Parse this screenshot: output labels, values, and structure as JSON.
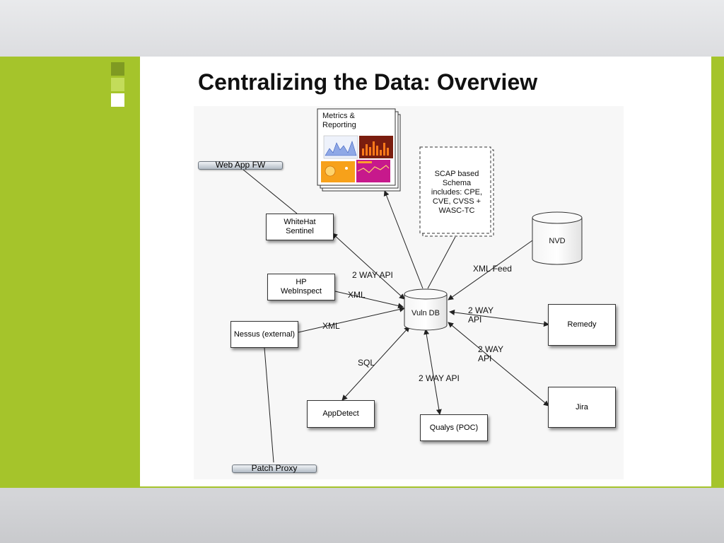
{
  "slide": {
    "title": "Centralizing the Data: Overview",
    "colors": {
      "accent_green": "#a5c42b",
      "square_dark": "#7f9a22",
      "square_mid": "#c3dc5a",
      "square_light": "#ffffff"
    }
  },
  "diagram": {
    "nodes": {
      "metrics": "Metrics &\nReporting",
      "scap": "SCAP based\nSchema\nincludes: CPE,\nCVE, CVSS +\nWASC-TC",
      "webappfw": "Web App FW",
      "whitehat": "WhiteHat\nSentinel",
      "hp": "HP\nWebInspect",
      "nessus": "Nessus (external)",
      "vulndb": "Vuln DB",
      "nvd": "NVD",
      "remedy": "Remedy",
      "jira": "Jira",
      "appdetect": "AppDetect",
      "qualys": "Qualys (POC)",
      "patchproxy": "Patch Proxy"
    },
    "edge_labels": {
      "whitehat_api": "2 WAY API",
      "hp_xml": "XML",
      "nessus_xml": "XML",
      "nvd_feed": "XML Feed",
      "remedy_api": "2 WAY\nAPI",
      "jira_api": "2 WAY\nAPI",
      "appdetect_sql": "SQL",
      "qualys_api": "2 WAY API"
    }
  }
}
